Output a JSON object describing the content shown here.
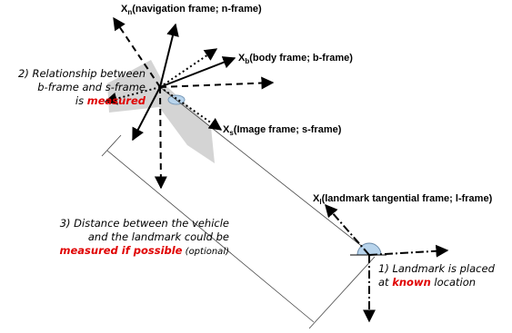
{
  "frames": {
    "n_frame": {
      "axis": "X",
      "sub": "n",
      "text": "(navigation frame; n-frame)"
    },
    "b_frame": {
      "axis": "X",
      "sub": "b",
      "text": "(body frame; b-frame)"
    },
    "s_frame": {
      "axis": "X",
      "sub": "s",
      "text": "(Image  frame; s-frame)"
    },
    "l_frame": {
      "axis": "X",
      "sub": "l",
      "text": "(landmark tangential frame; l-frame)"
    }
  },
  "notes": {
    "relationship": {
      "line1": "2) Relationship between",
      "line2": "b-frame and s-frame",
      "line3_pre": "is ",
      "line3_red": "measured"
    },
    "distance": {
      "line1": "3) Distance between the vehicle",
      "line2": "and the landmark could be",
      "line3_red": "measured if possible",
      "line3_post": " (optional)"
    },
    "landmark": {
      "line1": "1) Landmark is placed",
      "line2_pre": "at ",
      "line2_red": "known",
      "line2_post": " location"
    }
  },
  "colors": {
    "emphasis": "#e00000",
    "shadow": "#c8c8c8",
    "lens": "#b8d4ec"
  }
}
